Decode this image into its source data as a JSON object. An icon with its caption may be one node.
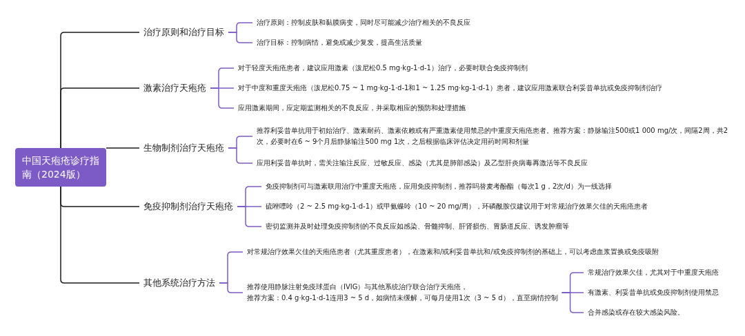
{
  "diagram": {
    "nodes": [
      {
        "text": [
          "中国天疱疮诊疗指南（2024版）"
        ]
      },
      {
        "text": [
          "治疗原则和治疗目标"
        ]
      },
      {
        "text": [
          "治疗原则：控制皮肤和黏膜病变，同时尽可能减少治疗相关的不良反应"
        ]
      },
      {
        "text": [
          "治疗目标：控制病情，避免或减少复发，提高生活质量"
        ]
      },
      {
        "text": [
          "激素治疗天疱疮"
        ]
      },
      {
        "text": [
          "对于轻度天疱疮患者，建议应用激素（泼尼松0.5 mg·kg-1·d-1）治疗，必要时联合免疫抑制剂"
        ]
      },
      {
        "text": [
          "对于中度和重度天疱疮（泼尼松0.75 ~ 1 mg·kg-1·d-1和1 ~ 1.25 mg·kg-1·d-1）患者，建议应用激素联合利妥昔单抗或免疫抑制剂治疗"
        ]
      },
      {
        "text": [
          "应用激素期间，应定期监测相关的不良反应，并采取相应的预防和处理措施"
        ]
      },
      {
        "text": [
          "生物制剂治疗天疱疮"
        ]
      },
      {
        "text": [
          "推荐利妥昔单抗用于初始治疗、激素耐药、激素依赖或有严重激素使用禁忌的中重度天疱疮患者。推荐方案：静脉输注500或1 000 mg/次，间隔2周，共2次，必要时在6 ~ 9个月后静脉输注500 mg 1次，之后根据临床评估决定用药时间和剂量"
        ]
      },
      {
        "text": [
          "应用利妥昔单抗时，需关注输注反应、过敏反应、感染（尤其是肺部感染）及乙型肝炎病毒再激活等不良反应"
        ]
      },
      {
        "text": [
          "免疫抑制剂治疗天疱疮"
        ]
      },
      {
        "text": [
          "免疫抑制剂可与激素联用治疗中重度天疱疮，应用免疫抑制剂，推荐吗替麦考酚酯（每次1 g，2次/d）为一线选择"
        ]
      },
      {
        "text": [
          "硫唑嘌呤（2 ~ 2.5 mg·kg-1·d-1）或甲氨蝶呤（10 ~ 20 mg/周），环磷酰胺仅建议用于对常规治疗效果欠佳的天疱疮患者"
        ]
      },
      {
        "text": [
          "密切监测并及时处理免疫抑制剂的不良反应如感染、骨髓抑制、肝肾损伤、胃肠道反应、诱发肿瘤等"
        ]
      },
      {
        "text": [
          "其他系统治疗方法"
        ]
      },
      {
        "text": [
          "对常规治疗效果欠佳的天疱疮患者（尤其重度患者），在激素和/或利妥昔单抗和/或免疫抑制剂的基础上，可以考虑血浆置换或免疫吸附"
        ]
      },
      {
        "text": [
          "推荐使用静脉注射免疫球蛋白（IVIG）与其他系统治疗联合治疗天疱疮，",
          "推荐方案：0.4 g·kg-1·d-1连用3 ~ 5 d，如病情未缓解，可每月使用1次（3 ~ 5 d），直至病情控制"
        ]
      },
      {
        "text": [
          "常规治疗效果欠佳，尤其对于中重度天疱疮"
        ]
      },
      {
        "text": [
          "有激素、利妥昔单抗或免疫抑制剂使用禁忌"
        ]
      },
      {
        "text": [
          "合并感染或存在较大感染风险。"
        ]
      }
    ],
    "edges": [
      {
        "from": 0,
        "to": 1,
        "arrow": "none",
        "color": "#1a1a1a"
      },
      {
        "from": 0,
        "to": 4,
        "arrow": "none",
        "color": "#1a1a1a"
      },
      {
        "from": 0,
        "to": 8,
        "arrow": "none",
        "color": "#1a1a1a"
      },
      {
        "from": 0,
        "to": 11,
        "arrow": "none",
        "color": "#1a1a1a"
      },
      {
        "from": 0,
        "to": 15,
        "arrow": "none",
        "color": "#1a1a1a"
      },
      {
        "from": 1,
        "to": 2,
        "arrow": "none"
      },
      {
        "from": 1,
        "to": 3,
        "arrow": "none"
      },
      {
        "from": 4,
        "to": 5,
        "arrow": "none"
      },
      {
        "from": 4,
        "to": 6,
        "arrow": "none"
      },
      {
        "from": 4,
        "to": 7,
        "arrow": "none"
      },
      {
        "from": 8,
        "to": 9,
        "arrow": "none"
      },
      {
        "from": 8,
        "to": 10,
        "arrow": "none"
      },
      {
        "from": 11,
        "to": 12,
        "arrow": "none"
      },
      {
        "from": 11,
        "to": 13,
        "arrow": "none"
      },
      {
        "from": 11,
        "to": 14,
        "arrow": "none"
      },
      {
        "from": 15,
        "to": 16,
        "arrow": "none"
      },
      {
        "from": 15,
        "to": 17,
        "arrow": "none"
      },
      {
        "from": 17,
        "to": 18,
        "arrow": "none"
      },
      {
        "from": 17,
        "to": 19,
        "arrow": "none"
      },
      {
        "from": 17,
        "to": 20,
        "arrow": "none"
      }
    ]
  }
}
